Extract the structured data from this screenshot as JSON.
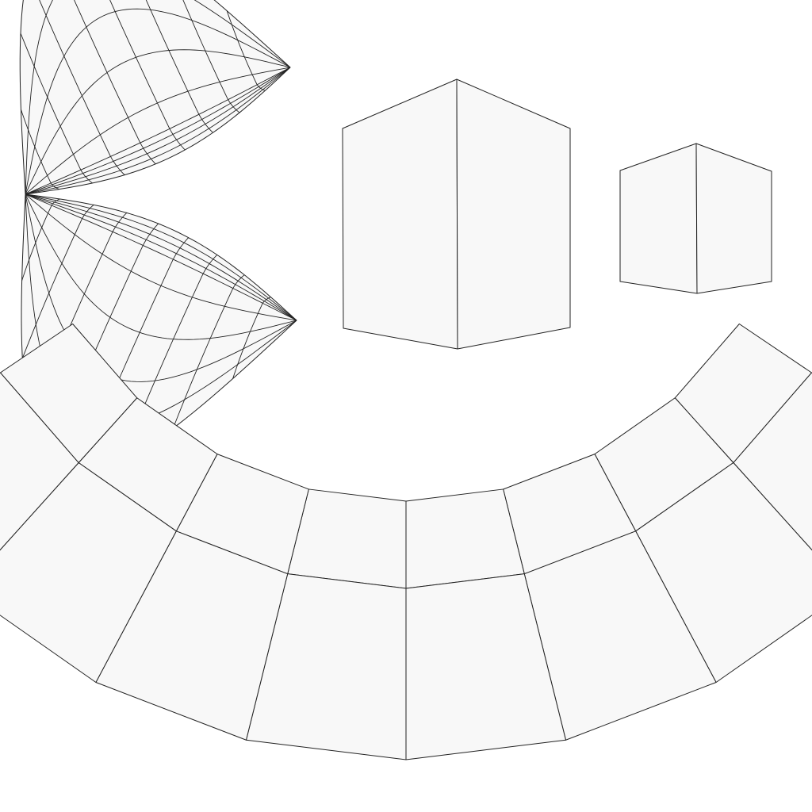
{
  "figure": {
    "background_color": "#ffffff",
    "face_fill_color": "#f8f8f8",
    "line_color": "#222222",
    "shapes": [
      {
        "name": "sphere-gore-unfolding",
        "kind": "pair of gores sharing a pole, graticule mesh",
        "meridian_count": 8,
        "parallel_count": 8
      },
      {
        "name": "cube-large",
        "kind": "cube, two visible faces"
      },
      {
        "name": "cube-small",
        "kind": "cube, two visible faces"
      },
      {
        "name": "truncated-cone-unfolding",
        "kind": "annular sector of panels",
        "columns": 8,
        "rows": 2
      }
    ]
  }
}
